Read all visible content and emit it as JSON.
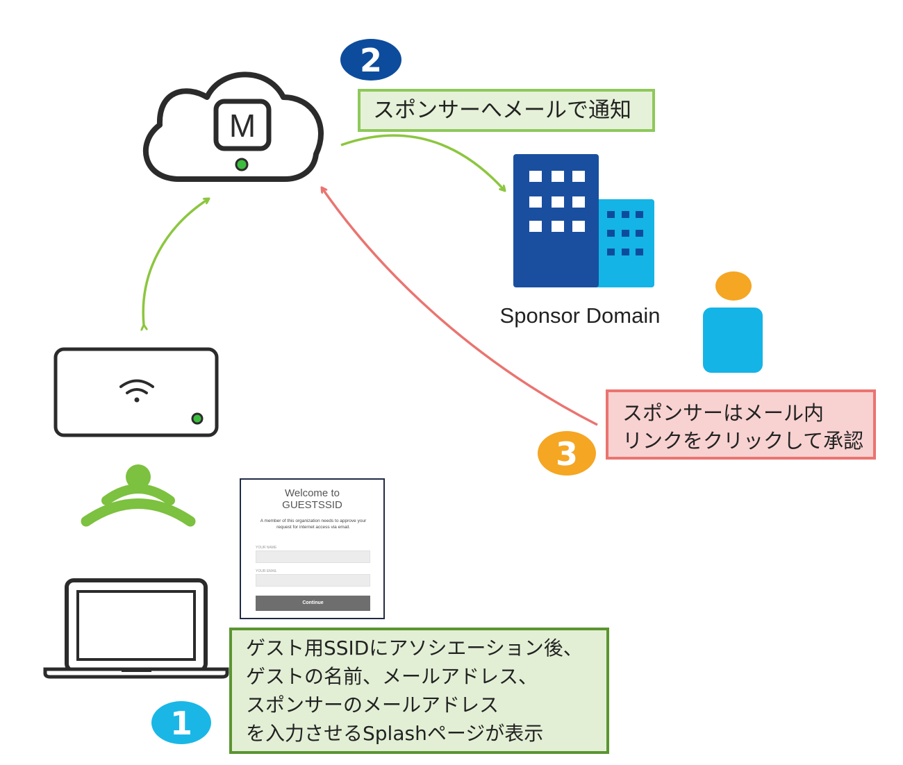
{
  "cloud": {
    "logo_letter": "M"
  },
  "step_badges": [
    {
      "number": "2",
      "color": "#0d4c9c"
    },
    {
      "number": "3",
      "color": "#f5a623"
    },
    {
      "number": "1",
      "color": "#1ab7e6"
    }
  ],
  "step2_note": {
    "text": "スポンサーへメールで通知"
  },
  "step3_note": {
    "lines": [
      "スポンサーはメール内",
      "リンクをクリックして承認"
    ]
  },
  "step1_note": {
    "lines": [
      "ゲスト用SSIDにアソシエーション後、",
      "ゲストの名前、メールアドレス、",
      "スポンサーのメールアドレス",
      "を入力させるSplashページが表示"
    ]
  },
  "sponsor_domain": {
    "label": "Sponsor Domain"
  },
  "splash_page": {
    "title_line1": "Welcome to",
    "title_line2": "GUESTSSID",
    "description": "A member of this organization needs to approve your request for internet access via email.",
    "name_label": "YOUR NAME",
    "email_label": "YOUR EMAIL",
    "button_label": "Continue"
  },
  "colors": {
    "green_arrow": "#8cc63f",
    "red_arrow": "#ea7470",
    "building_dark": "#1a4fa0",
    "building_light": "#14b4e6",
    "person_head": "#f5a623",
    "person_body": "#14b4e6",
    "status_led": "#3dbd3d",
    "wifi_signal": "#7cc13f"
  }
}
